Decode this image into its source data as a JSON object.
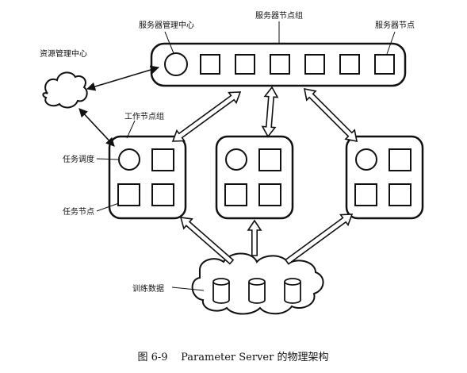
{
  "labels": {
    "server_manager": "服务器管理中心",
    "server_group": "服务器节点组",
    "server_node": "服务器节点",
    "resource_manager": "资源管理中心",
    "worker_group": "工作节点组",
    "task_scheduler": "任务调度",
    "task_node": "任务节点",
    "training_data": "训练数据"
  },
  "caption": "图 6-9    Parameter Server 的物理架构",
  "colors": {
    "ink": "#111111",
    "paper": "#ffffff"
  }
}
